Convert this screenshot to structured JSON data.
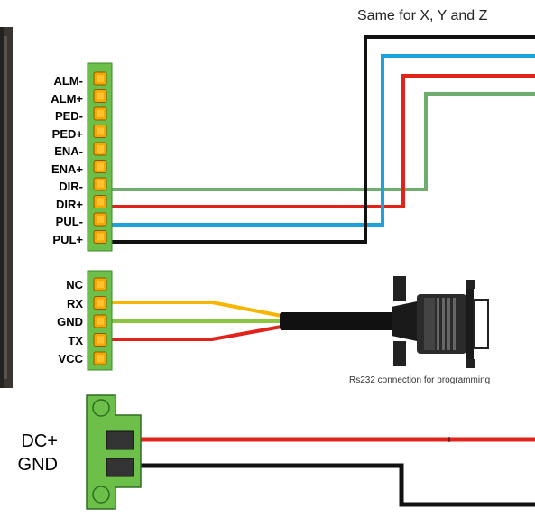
{
  "caption": "Same for  X, Y and Z",
  "rs232_caption": "Rs232 connection for programming",
  "motor_connector": {
    "pins": [
      "ALM-",
      "ALM+",
      "PED-",
      "PED+",
      "ENA-",
      "ENA+",
      "DIR-",
      "DIR+",
      "PUL-",
      "PUL+"
    ]
  },
  "serial_connector": {
    "pins": [
      "NC",
      "RX",
      "GND",
      "TX",
      "VCC"
    ]
  },
  "power_connector": {
    "pins": [
      "DC+",
      "GND"
    ]
  },
  "colors": {
    "terminal_green": "#6cc04a",
    "terminal_orange": "#f5a800",
    "wire_green": "#6fae6f",
    "wire_red": "#e0241b",
    "wire_blue": "#1aa3dc",
    "wire_black": "#111111",
    "wire_yellow": "#f7b500",
    "wire_lime": "#8cc63f"
  }
}
